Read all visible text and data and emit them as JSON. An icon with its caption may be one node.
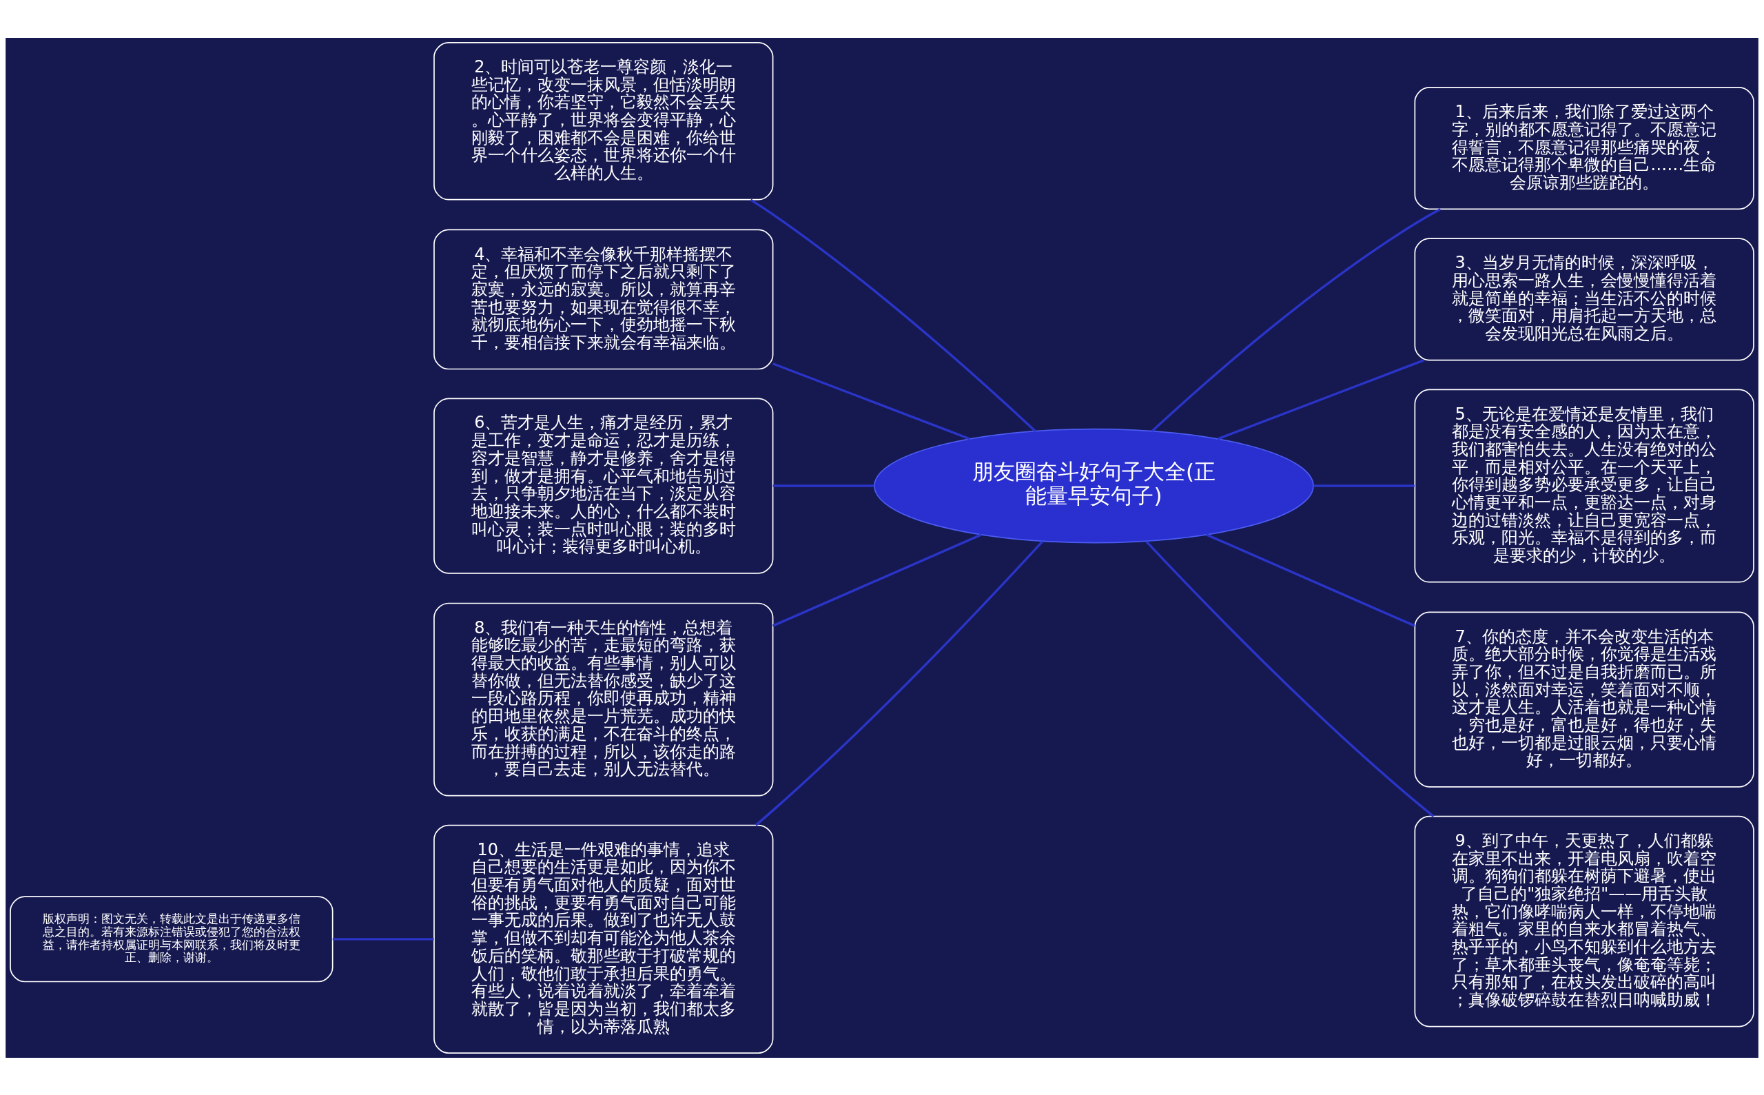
{
  "diagram": {
    "nodes": [
      {
        "text": [
          "朋友圈奋斗好句子大全(正能量早安句子)"
        ]
      },
      {
        "text": [
          "1、后来后来，我们除了爱过这两个字，别的都不愿意记得了。不愿意记得誓言，不愿意记得那些痛哭的夜，不愿意记得那个卑微的自己……生命会原谅那些蹉跎的。"
        ]
      },
      {
        "text": [
          "2、时间可以苍老一尊容颜，淡化一些记忆，改变一抹风景，但恬淡明朗的心情，你若坚守，它毅然不会丢失。心平静了，世界将会变得平静，心刚毅了，困难都不会是困难，你给世界一个什么姿态，世界将还你一个什么样的人生。"
        ]
      },
      {
        "text": [
          "3、当岁月无情的时候，深深呼吸，用心思索一路人生，会慢慢懂得活着就是简单的幸福；当生活不公的时候，微笑面对，用肩托起一方天地，总会发现阳光总在风雨之后。"
        ]
      },
      {
        "text": [
          "4、幸福和不幸会像秋千那样摇摆不定，但厌烦了而停下之后就只剩下了寂寞，永远的寂寞。所以，就算再辛苦也要努力，如果现在觉得很不幸，就彻底地伤心一下，使劲地摇一下秋千，要相信接下来就会有幸福来临。"
        ]
      },
      {
        "text": [
          "5、无论是在爱情还是友情里，我们都是没有安全感的人，因为太在意，我们都害怕失去。人生没有绝对的公平，而是相对公平。在一个天平上，你得到越多势必要承受更多，让自己心情更平和一点，更豁达一点，对身边的过错淡然，让自己更宽容一点，乐观，阳光。幸福不是得到的多，而是要求的少，计较的少。"
        ]
      },
      {
        "text": [
          "6、苦才是人生，痛才是经历，累才是工作，变才是命运，忍才是历练，容才是智慧，静才是修养，舍才是得到，做才是拥有。心平气和地告别过去，只争朝夕地活在当下，淡定从容地迎接未来。人的心，什么都不装时叫心灵；装一点时叫心眼；装的多时叫心计；装得更多时叫心机。"
        ]
      },
      {
        "text": [
          "7、你的态度，并不会改变生活的本质。绝大部分时候，你觉得是生活戏弄了你，但不过是自我折磨而已。所以，淡然面对幸运，笑着面对不顺，这才是人生。人活着也就是一种心情，穷也是好，富也是好，得也好，失也好，一切都是过眼云烟，只要心情好，一切都好。"
        ]
      },
      {
        "text": [
          "8、我们有一种天生的惰性，总想着能够吃最少的苦，走最短的弯路，获得最大的收益。有些事情，别人可以替你做，但无法替你感受，缺少了这一段心路历程，你即使再成功，精神的田地里依然是一片荒芜。成功的快乐，收获的满足，不在奋斗的终点，而在拼搏的过程，所以，该你走的路，要自己去走，别人无法替代。"
        ]
      },
      {
        "text": [
          "9、到了中午，天更热了，人们都躲在家里不出来，开着电风扇，吹着空调。狗狗们都躲在树荫下避暑，使出了自己的\"独家绝招\"——用舌头散热，它们像哮喘病人一样，不停地喘着粗气。家里的自来水都冒着热气、热乎乎的，小鸟不知躲到什么地方去了；草木都垂头丧气，像奄奄等毙；只有那知了，在枝头发出破碎的高叫；真像破锣碎鼓在替烈日呐喊助威！"
        ]
      },
      {
        "text": [
          "10、生活是一件艰难的事情，追求自己想要的生活更是如此，因为你不但要有勇气面对他人的质疑，面对世俗的挑战，更要有勇气面对自己可能一事无成的后果。做到了也许无人鼓掌，但做不到却有可能沦为他人茶余饭后的笑柄。敬那些敢于打破常规的人们，敬他们敢于承担后果的勇气。有些人，说着说着就淡了，牵着牵着就散了，皆是因为当初，我们都太多情，以为蒂落瓜熟"
        ]
      },
      {
        "text": [
          "版权声明：图文无关，转载此文是出于传递更多信息之目的。若有来源标注错误或侵犯了您的合法权益，请作者持权属证明与本网联系，我们将及时更正、删除，谢谢。"
        ]
      }
    ],
    "edges": [
      {
        "from": 0,
        "to": 1,
        "arrow": "none"
      },
      {
        "from": 0,
        "to": 2,
        "arrow": "none"
      },
      {
        "from": 0,
        "to": 3,
        "arrow": "none"
      },
      {
        "from": 0,
        "to": 4,
        "arrow": "none"
      },
      {
        "from": 0,
        "to": 5,
        "arrow": "none"
      },
      {
        "from": 0,
        "to": 6,
        "arrow": "none"
      },
      {
        "from": 0,
        "to": 7,
        "arrow": "none"
      },
      {
        "from": 0,
        "to": 8,
        "arrow": "none"
      },
      {
        "from": 0,
        "to": 9,
        "arrow": "none"
      },
      {
        "from": 0,
        "to": 10,
        "arrow": "none"
      },
      {
        "from": 10,
        "to": 11,
        "arrow": "none"
      }
    ]
  }
}
